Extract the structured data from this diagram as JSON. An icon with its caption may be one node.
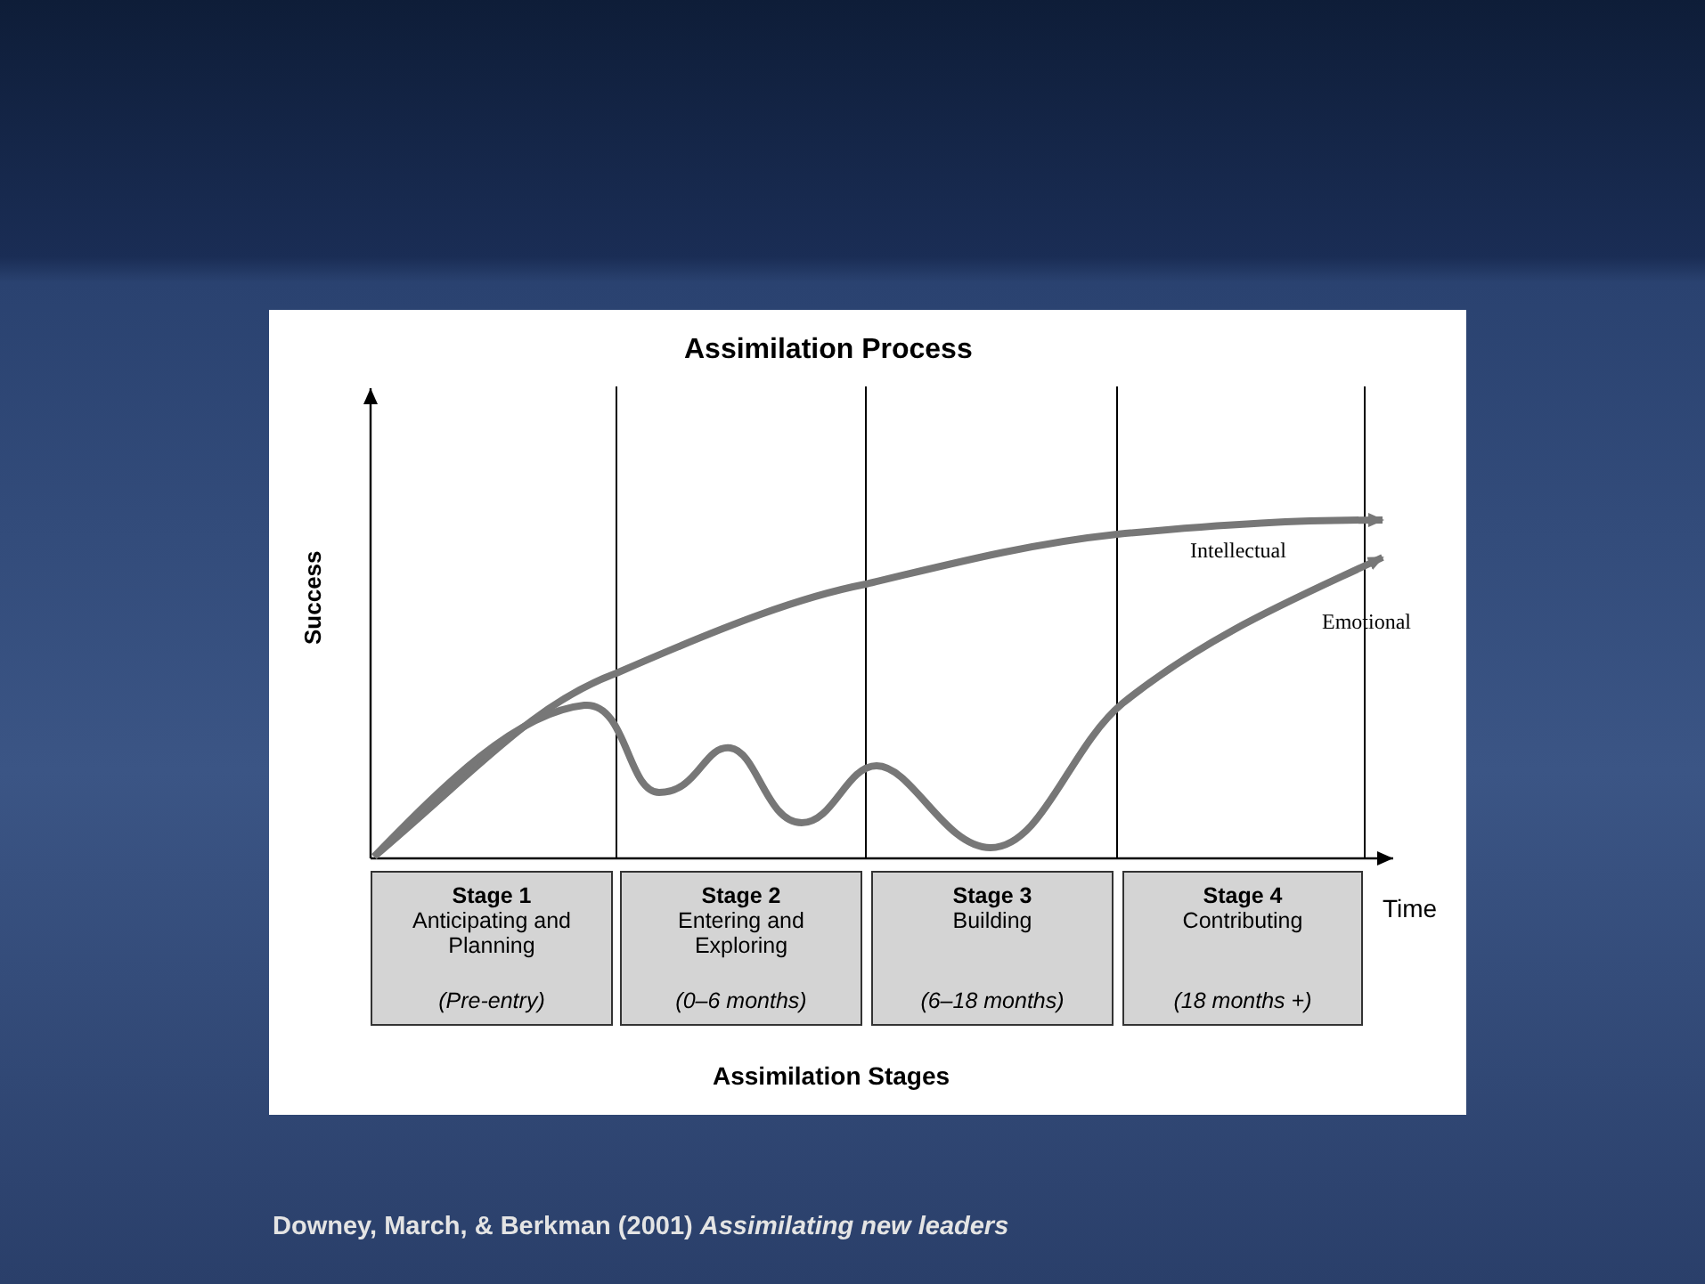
{
  "diagram": {
    "title": "Assimilation Process",
    "caption": "Downey, March, & Berkman (2001) *Assimilating new leaders*",
    "nodes": [
      {
        "text": [
          "Stage 1",
          "Anticipating and Planning",
          "(Pre-entry)"
        ]
      },
      {
        "text": [
          "Stage 2",
          "Entering and Exploring",
          "(0–6 months)"
        ]
      },
      {
        "text": [
          "Stage 3",
          "Building",
          "(6–18 months)"
        ]
      },
      {
        "text": [
          "Stage 4",
          "Contributing",
          "(18 months +)"
        ]
      }
    ],
    "labels": [
      "Success",
      "Intellectual",
      "Emotional",
      "Time",
      "Assimilation Stages"
    ]
  }
}
